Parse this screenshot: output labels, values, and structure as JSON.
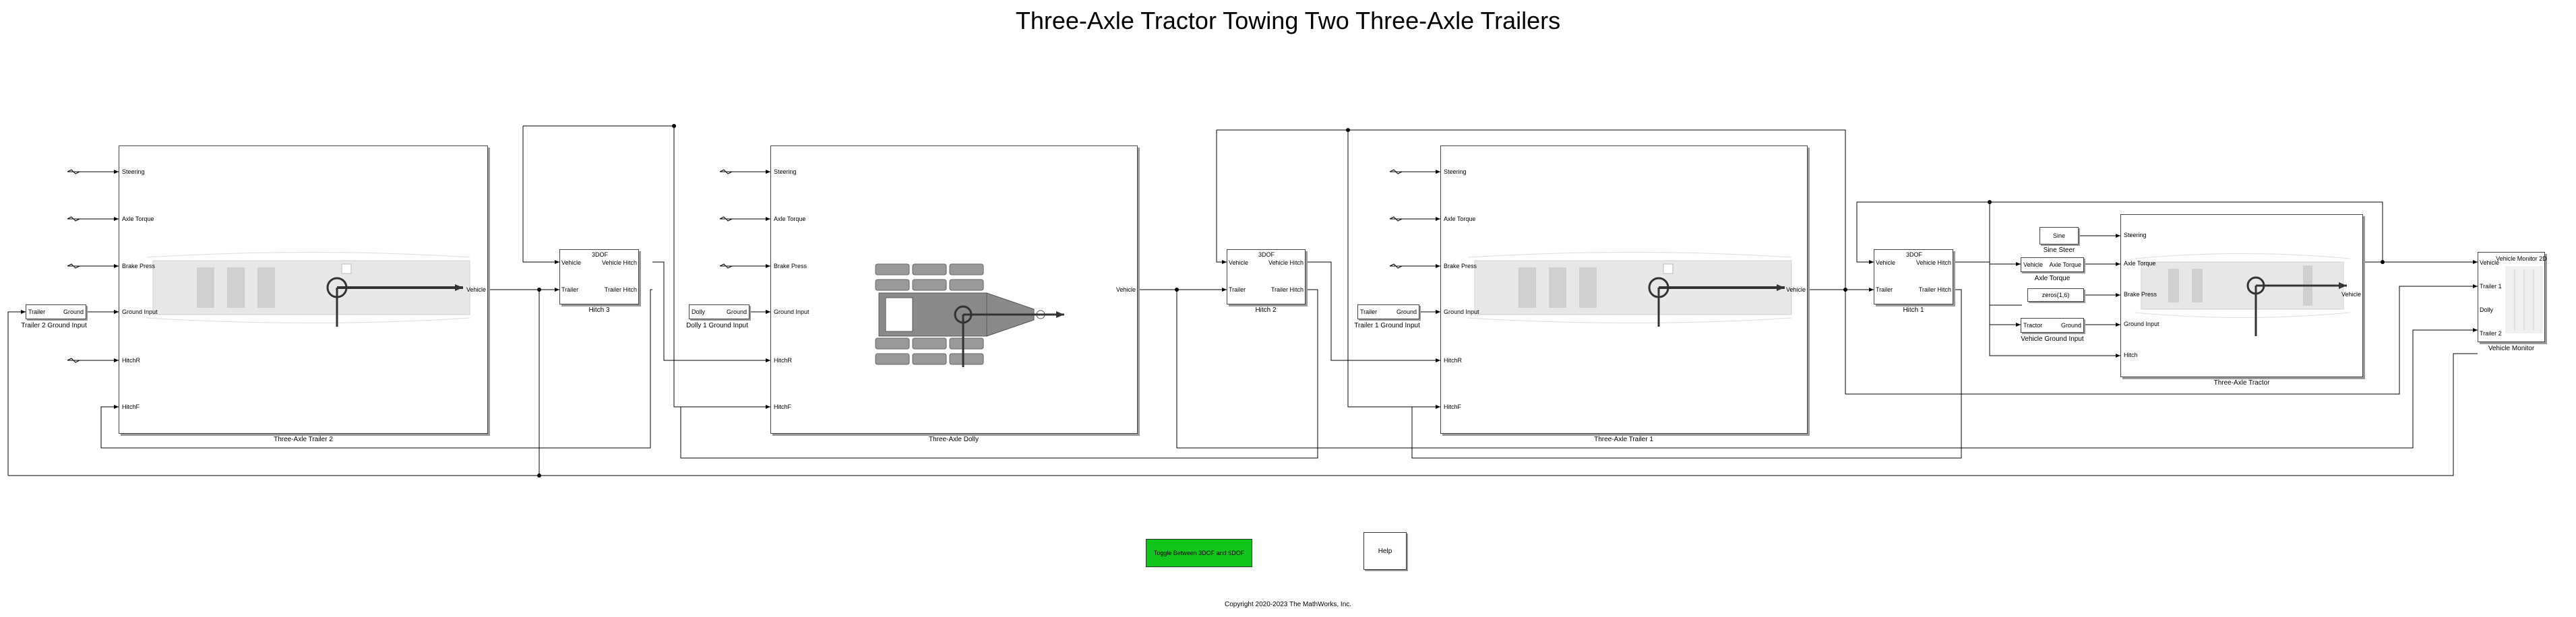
{
  "title": "Three-Axle Tractor Towing Two Three-Axle Trailers",
  "copyright": "Copyright 2020-2023 The MathWorks, Inc.",
  "toggle_button": "Toggle Between 3DOF and 6DOF",
  "help_button": "Help",
  "trailer2": {
    "label": "Three-Axle Trailer 2",
    "inputs": [
      "Steering",
      "Axle Torque",
      "Brake Press",
      "Ground Input",
      "HitchR",
      "HitchF"
    ],
    "output": "Vehicle"
  },
  "dolly": {
    "label": "Three-Axle Dolly",
    "inputs": [
      "Steering",
      "Axle Torque",
      "Brake Press",
      "Ground Input",
      "HitchR",
      "HitchF"
    ],
    "output": "Vehicle"
  },
  "trailer1": {
    "label": "Three-Axle Trailer 1",
    "inputs": [
      "Steering",
      "Axle Torque",
      "Brake Press",
      "Ground Input",
      "HitchR",
      "HitchF"
    ],
    "output": "Vehicle"
  },
  "tractor": {
    "label": "Three-Axle Tractor",
    "inputs": [
      "Steering",
      "Axle Torque",
      "Brake Press",
      "Ground Input",
      "Hitch"
    ],
    "output": "Vehicle"
  },
  "hitch3": {
    "label": "Hitch 3",
    "header": "3DOF",
    "in": [
      "Vehicle",
      "Trailer"
    ],
    "out": [
      "Vehicle Hitch",
      "Trailer Hitch"
    ]
  },
  "hitch2": {
    "label": "Hitch 2",
    "header": "3DOF",
    "in": [
      "Vehicle",
      "Trailer"
    ],
    "out": [
      "Vehicle Hitch",
      "Trailer Hitch"
    ]
  },
  "hitch1": {
    "label": "Hitch 1",
    "header": "3DOF",
    "in": [
      "Vehicle",
      "Trailer"
    ],
    "out": [
      "Vehicle Hitch",
      "Trailer Hitch"
    ]
  },
  "ground_trailer2": {
    "left": "Trailer",
    "right": "Ground",
    "label": "Trailer 2 Ground Input"
  },
  "ground_dolly": {
    "left": "Dolly",
    "right": "Ground",
    "label": "Dolly 1 Ground Input"
  },
  "ground_trailer1": {
    "left": "Trailer",
    "right": "Ground",
    "label": "Trailer 1 Ground Input"
  },
  "ground_vehicle": {
    "left": "Tractor",
    "right": "Ground",
    "label": "Vehicle Ground Input"
  },
  "sine_steer": {
    "text": "Sine",
    "label": "Sine Steer"
  },
  "axle_torque": {
    "left": "Vehicle",
    "right": "Axle Torque",
    "label": "Axle Torque"
  },
  "zeros_block": {
    "text": "zeros(1,6)"
  },
  "monitor": {
    "label": "Vehicle Monitor",
    "header": "Vehicle Monitor 2D",
    "inputs": [
      "Vehicle",
      "Trailer 1",
      "Dolly",
      "Trailer 2"
    ]
  },
  "colors": {
    "toggle": "#11c61a",
    "line": "#000000",
    "shadow": "#9a9a9a"
  }
}
